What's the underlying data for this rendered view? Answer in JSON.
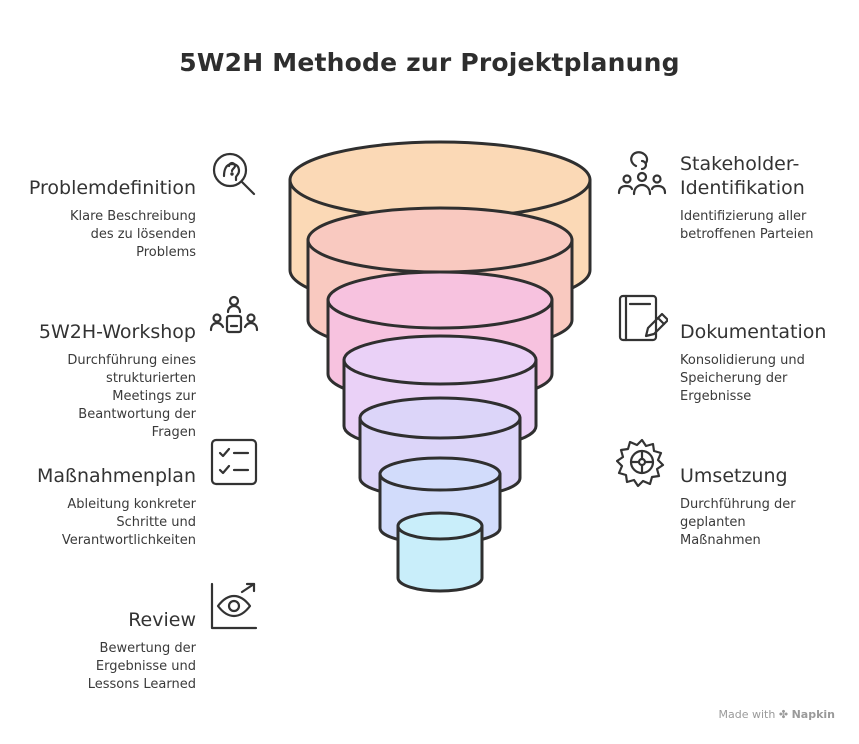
{
  "title": "5W2H Methode zur Projektplanung",
  "left_items": [
    {
      "name": "problem",
      "heading": "Problemdefinition",
      "text_lines": [
        "Klare Beschreibung",
        "des zu lösenden",
        "Problems"
      ],
      "icon": "question-head-magnifier-icon"
    },
    {
      "name": "workshop",
      "heading": "5W2H-Workshop",
      "text_lines": [
        "Durchführung eines",
        "strukturierten",
        "Meetings zur",
        "Beantwortung der",
        "Fragen"
      ],
      "icon": "meeting-people-icon"
    },
    {
      "name": "plan",
      "heading": "Maßnahmenplan",
      "text_lines": [
        "Ableitung konkreter",
        "Schritte und",
        "Verantwortlichkeiten"
      ],
      "icon": "checklist-icon"
    },
    {
      "name": "review",
      "heading": "Review",
      "text_lines": [
        "Bewertung der",
        "Ergebnisse und",
        "Lessons Learned"
      ],
      "icon": "eye-chart-icon"
    }
  ],
  "right_items": [
    {
      "name": "stakeholder",
      "heading_lines": [
        "Stakeholder-",
        "Identifikation"
      ],
      "text_lines": [
        "Identifizierung aller",
        "betroffenen Parteien"
      ],
      "icon": "stakeholder-group-icon"
    },
    {
      "name": "documentation",
      "heading_lines": [
        "Dokumentation"
      ],
      "text_lines": [
        "Konsolidierung und",
        "Speicherung der",
        "Ergebnisse"
      ],
      "icon": "notebook-pencil-icon"
    },
    {
      "name": "implementation",
      "heading_lines": [
        "Umsetzung"
      ],
      "text_lines": [
        "Durchführung der",
        "geplanten",
        "Maßnahmen"
      ],
      "icon": "gear-icon"
    }
  ],
  "funnel_colors": [
    "#fbd9b6",
    "#f9c9c0",
    "#f7c2df",
    "#ead1f7",
    "#dcd5f9",
    "#d2dcfb",
    "#c9eefa"
  ],
  "footer": {
    "prefix": "Made with",
    "brand": "Napkin"
  }
}
